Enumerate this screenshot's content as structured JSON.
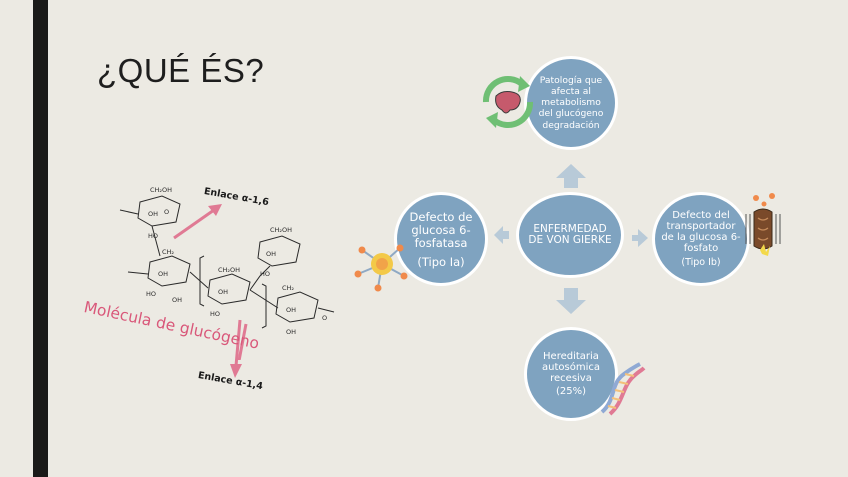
{
  "slide": {
    "title": "¿QUÉ ÉS?"
  },
  "glycogen_figure": {
    "bond_label_top": "Enlace α-1,6",
    "bond_label_bottom": "Enlace α-1,4",
    "caption": "Molécula de glucógeno",
    "caption_color": "#d9587a",
    "arrow_color": "#e07a94"
  },
  "diagram": {
    "node_color": "#7fa3c0",
    "arrow_color": "#b8cad8",
    "center": {
      "text": "ENFERMEDAD DE VON GIERKE"
    },
    "top": {
      "text": "Patología que afecta al metabolismo del glucógeno",
      "sub": "degradación"
    },
    "left": {
      "text": "Defecto de glucosa 6-fosfatasa",
      "sub": "(Tipo Ia)"
    },
    "right": {
      "text": "Defecto del transportador de la glucosa 6-fosfato",
      "sub": "(Tipo Ib)"
    },
    "bottom": {
      "text": "Hereditaria autosómica recesiva",
      "sub": "(25%)"
    }
  },
  "icons": [
    "liver-cycle-icon",
    "enzyme-icon",
    "membrane-transporter-icon",
    "dna-icon"
  ]
}
